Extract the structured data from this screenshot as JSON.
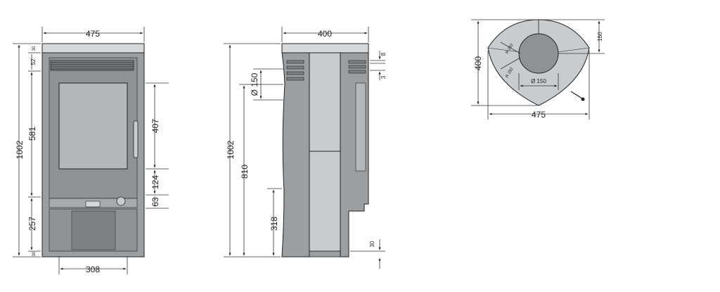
{
  "colors": {
    "body": "#9b9fa2",
    "body_dark": "#7d8184",
    "panel": "#c9cccf",
    "glass": "#b4b7ba",
    "top": "#d6d8da",
    "line": "#222222",
    "dim": "#333333"
  },
  "front_view": {
    "width_top": "475",
    "width_bottom": "308",
    "total_height": "1002",
    "seg_30_top": "30",
    "seg_52": "52",
    "seg_581": "581",
    "seg_257": "257",
    "seg_30_bottom": "30",
    "glass_height": "407",
    "seg_124": "124",
    "seg_63": "63"
  },
  "side_view": {
    "depth": "400",
    "total_height": "1002",
    "flue_height": "810",
    "lower_height": "318",
    "flue_diameter": "Ø 150",
    "seg_8": "8",
    "seg_3": "3",
    "seg_30": "30"
  },
  "top_view": {
    "width": "475",
    "depth": "400",
    "offset": "150",
    "flue_diameter": "Ø 150",
    "radius_1": "R 282",
    "radius_2": "R 282"
  }
}
